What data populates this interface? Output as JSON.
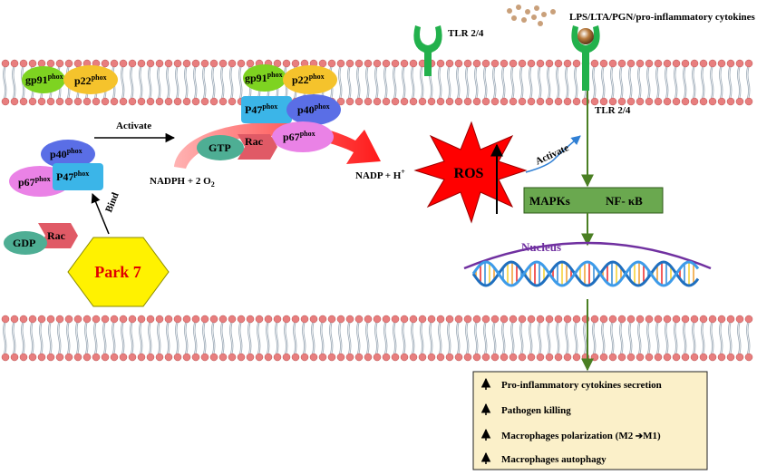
{
  "colors": {
    "membrane_head": "#e87e7e",
    "membrane_tail": "#9aa8b5",
    "gp91": "#7ed321",
    "p22": "#f5c32c",
    "p47": "#3bb5e8",
    "p40": "#5a6ee6",
    "p67": "#ea82e6",
    "gtp": "#4eae94",
    "rac": "#e05a66",
    "park7": "#fff200",
    "ros": "#ff0000",
    "tlr": "#22b14c",
    "mapk_box": "#6aa84f",
    "nucleus_arc": "#7030a0",
    "outcome_box": "#fbf0c9",
    "green_arrow": "#4a7f23",
    "blue_arrow": "#2f7fd4"
  },
  "labels": {
    "ligands": "LPS/LTA/PGN/pro-inflammatory cytokines",
    "tlr_top": "TLR 2/4",
    "tlr_right": "TLR 2/4",
    "activate_left": "Activate",
    "activate_right": "Activate",
    "bind": "Bind",
    "nadph": "NADPH + 2 O",
    "nadph_sub": "2",
    "nadp": "NADP + H",
    "nadp_sup": "+",
    "ros": "ROS",
    "mapks": "MAPKs",
    "nfkb": "NF- κB",
    "nucleus": "Nucleus",
    "park7": "Park 7",
    "gtp": "GTP",
    "gdp": "GDP",
    "rac": "Rac",
    "phox": "phox"
  },
  "proteins": {
    "gp91": "gp91",
    "p22": "p22",
    "p47": "P47",
    "p40": "p40",
    "p67": "p67"
  },
  "outcomes": [
    "Pro-inflammatory cytokines secretion",
    "Pathogen killing",
    "Macrophages polarization (M2",
    "Macrophages autophagy"
  ],
  "outcome_polarization_end": "M1)"
}
